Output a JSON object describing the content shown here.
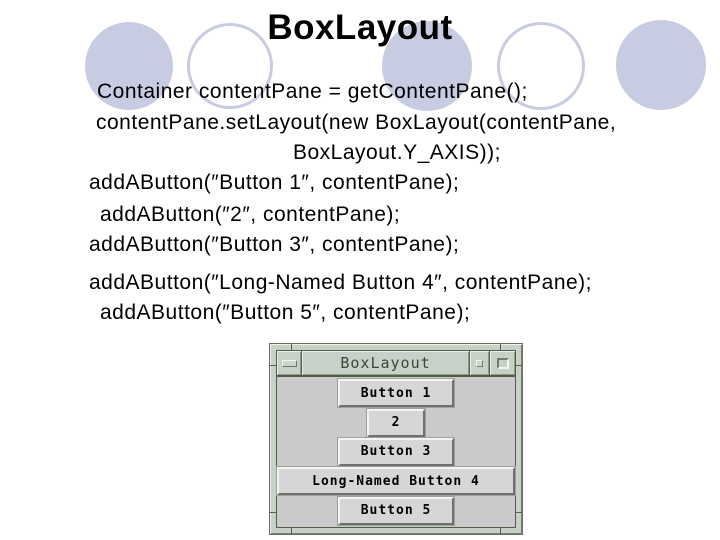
{
  "slide": {
    "title": "BoxLayout",
    "code_lines": [
      "Container contentPane = getContentPane();",
      "contentPane.setLayout(new BoxLayout(contentPane,",
      "BoxLayout.Y_AXIS));",
      "addAButton(″Button 1″, contentPane);",
      "addAButton(″2″, contentPane);",
      "addAButton(″Button 3″, contentPane);",
      "addAButton(″Long-Named Button 4″, contentPane);",
      "addAButton(″Button 5″, contentPane);"
    ]
  },
  "window": {
    "title": "BoxLayout",
    "buttons": [
      {
        "label": "Button 1"
      },
      {
        "label": "2"
      },
      {
        "label": "Button 3"
      },
      {
        "label": "Long-Named Button 4"
      },
      {
        "label": "Button 5"
      }
    ],
    "titlebar_icons": [
      "minimize-dash-icon",
      "menu-dot-icon",
      "maximize-square-icon"
    ]
  },
  "colors": {
    "circle_fill": "#c8cce2",
    "window_chrome": "#c7d1c7",
    "window_content_bg": "#cacaca",
    "button_bg": "#d6d6d6"
  }
}
